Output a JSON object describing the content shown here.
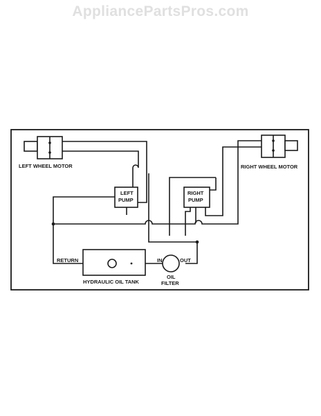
{
  "watermark": "AppliancePartsPros.com",
  "diagram": {
    "left_motor_label": "LEFT WHEEL MOTOR",
    "right_motor_label": "RIGHT WHEEL MOTOR",
    "left_pump_line1": "LEFT",
    "left_pump_line2": "PUMP",
    "right_pump_line1": "RIGHT",
    "right_pump_line2": "PUMP",
    "tank_label": "HYDRAULIC OIL TANK",
    "return_label": "RETURN",
    "in_label": "IN",
    "out_label": "OUT",
    "filter_line1": "OIL",
    "filter_line2": "FILTER"
  }
}
